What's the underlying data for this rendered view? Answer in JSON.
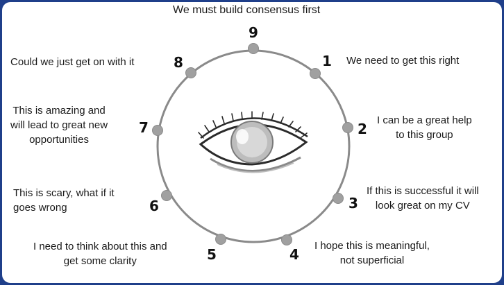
{
  "title": "We must build consensus first",
  "points": [
    {
      "number": "1",
      "text": "We need to get this right"
    },
    {
      "number": "2",
      "text": "I can be a great help\nto this group"
    },
    {
      "number": "3",
      "text": "If this is successful it will\nlook great on my CV"
    },
    {
      "number": "4",
      "text": "I hope this is meaningful,\nnot superficial"
    },
    {
      "number": "5",
      "text": "I need to think about this and\nget some clarity"
    },
    {
      "number": "6",
      "text": "This is scary, what if it\ngoes wrong"
    },
    {
      "number": "7",
      "text": "This is amazing and\nwill lead to great new\nopportunities"
    },
    {
      "number": "8",
      "text": "Could we just get on with it"
    },
    {
      "number": "9",
      "text": ""
    }
  ],
  "colors": {
    "frame_border": "#1f3f8a",
    "circle_stroke": "#8a8a8a",
    "node_fill": "#a0a0a0"
  },
  "center_icon": "eye-icon"
}
